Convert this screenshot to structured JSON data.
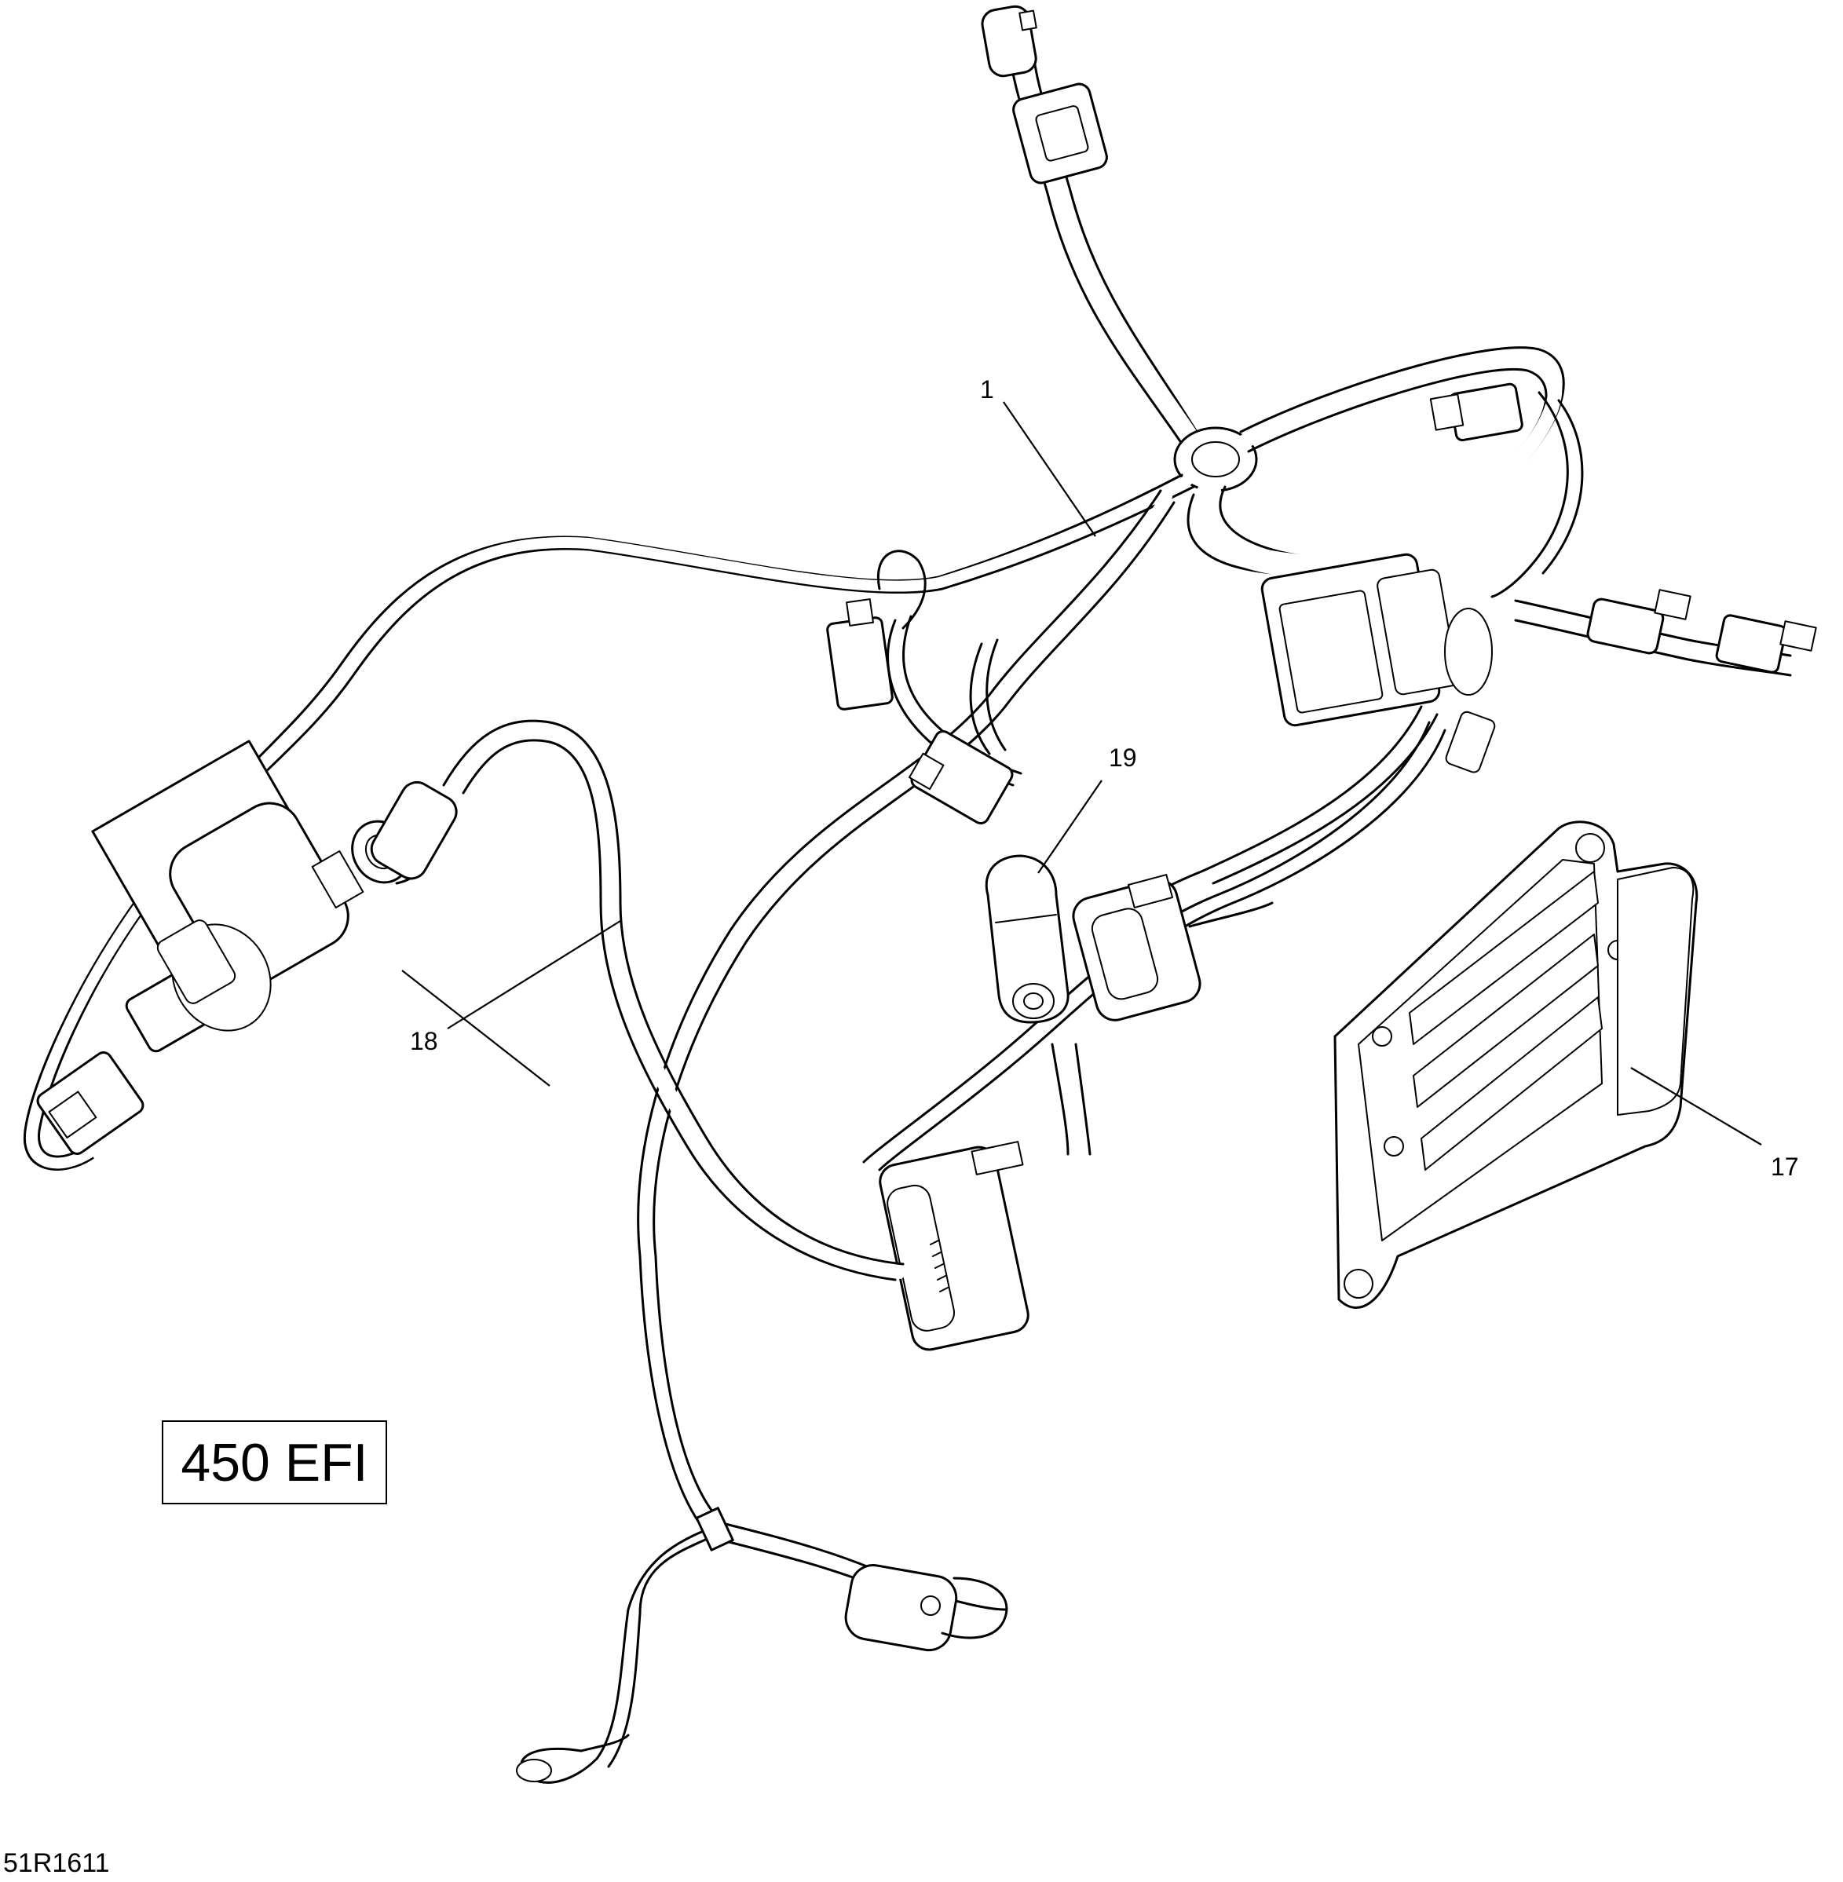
{
  "diagram": {
    "callouts": [
      {
        "id": "1",
        "label": "1"
      },
      {
        "id": "17",
        "label": "17"
      },
      {
        "id": "18",
        "label": "18"
      },
      {
        "id": "19",
        "label": "19"
      }
    ],
    "model_label": "450 EFI",
    "figure_id": "51R1611"
  }
}
